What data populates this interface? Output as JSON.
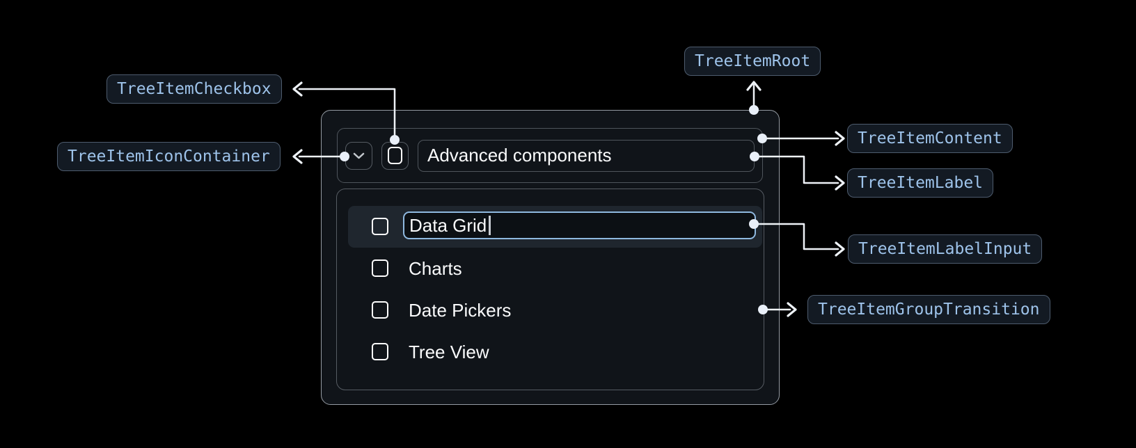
{
  "annotations": {
    "root": {
      "label": "TreeItemRoot"
    },
    "checkbox": {
      "label": "TreeItemCheckbox"
    },
    "icon_container": {
      "label": "TreeItemIconContainer"
    },
    "content": {
      "label": "TreeItemContent"
    },
    "item_label": {
      "label": "TreeItemLabel"
    },
    "label_input": {
      "label": "TreeItemLabelInput"
    },
    "group_transition": {
      "label": "TreeItemGroupTransition"
    }
  },
  "tree": {
    "parent_label": "Advanced components",
    "expand_icon": "chevron-down-icon",
    "parent_checkbox_state": "unchecked",
    "items": [
      {
        "label": "Data Grid",
        "state": "editing",
        "checkbox": "unchecked"
      },
      {
        "label": "Charts",
        "checkbox": "unchecked"
      },
      {
        "label": "Date Pickers",
        "checkbox": "unchecked"
      },
      {
        "label": "Tree View",
        "checkbox": "unchecked"
      }
    ],
    "label_input_value": "Data Grid"
  },
  "colors": {
    "background": "#000000",
    "badge_text": "#9ec3ea",
    "badge_border": "#4e5c6e",
    "badge_bg": "#131a23",
    "outer_border": "#959ca4",
    "inner_border": "#4f555c",
    "row_highlight": "#1f262e",
    "input_accent": "#8fb9e0",
    "connector": "#eef2f7",
    "text": "#fafbfc"
  }
}
